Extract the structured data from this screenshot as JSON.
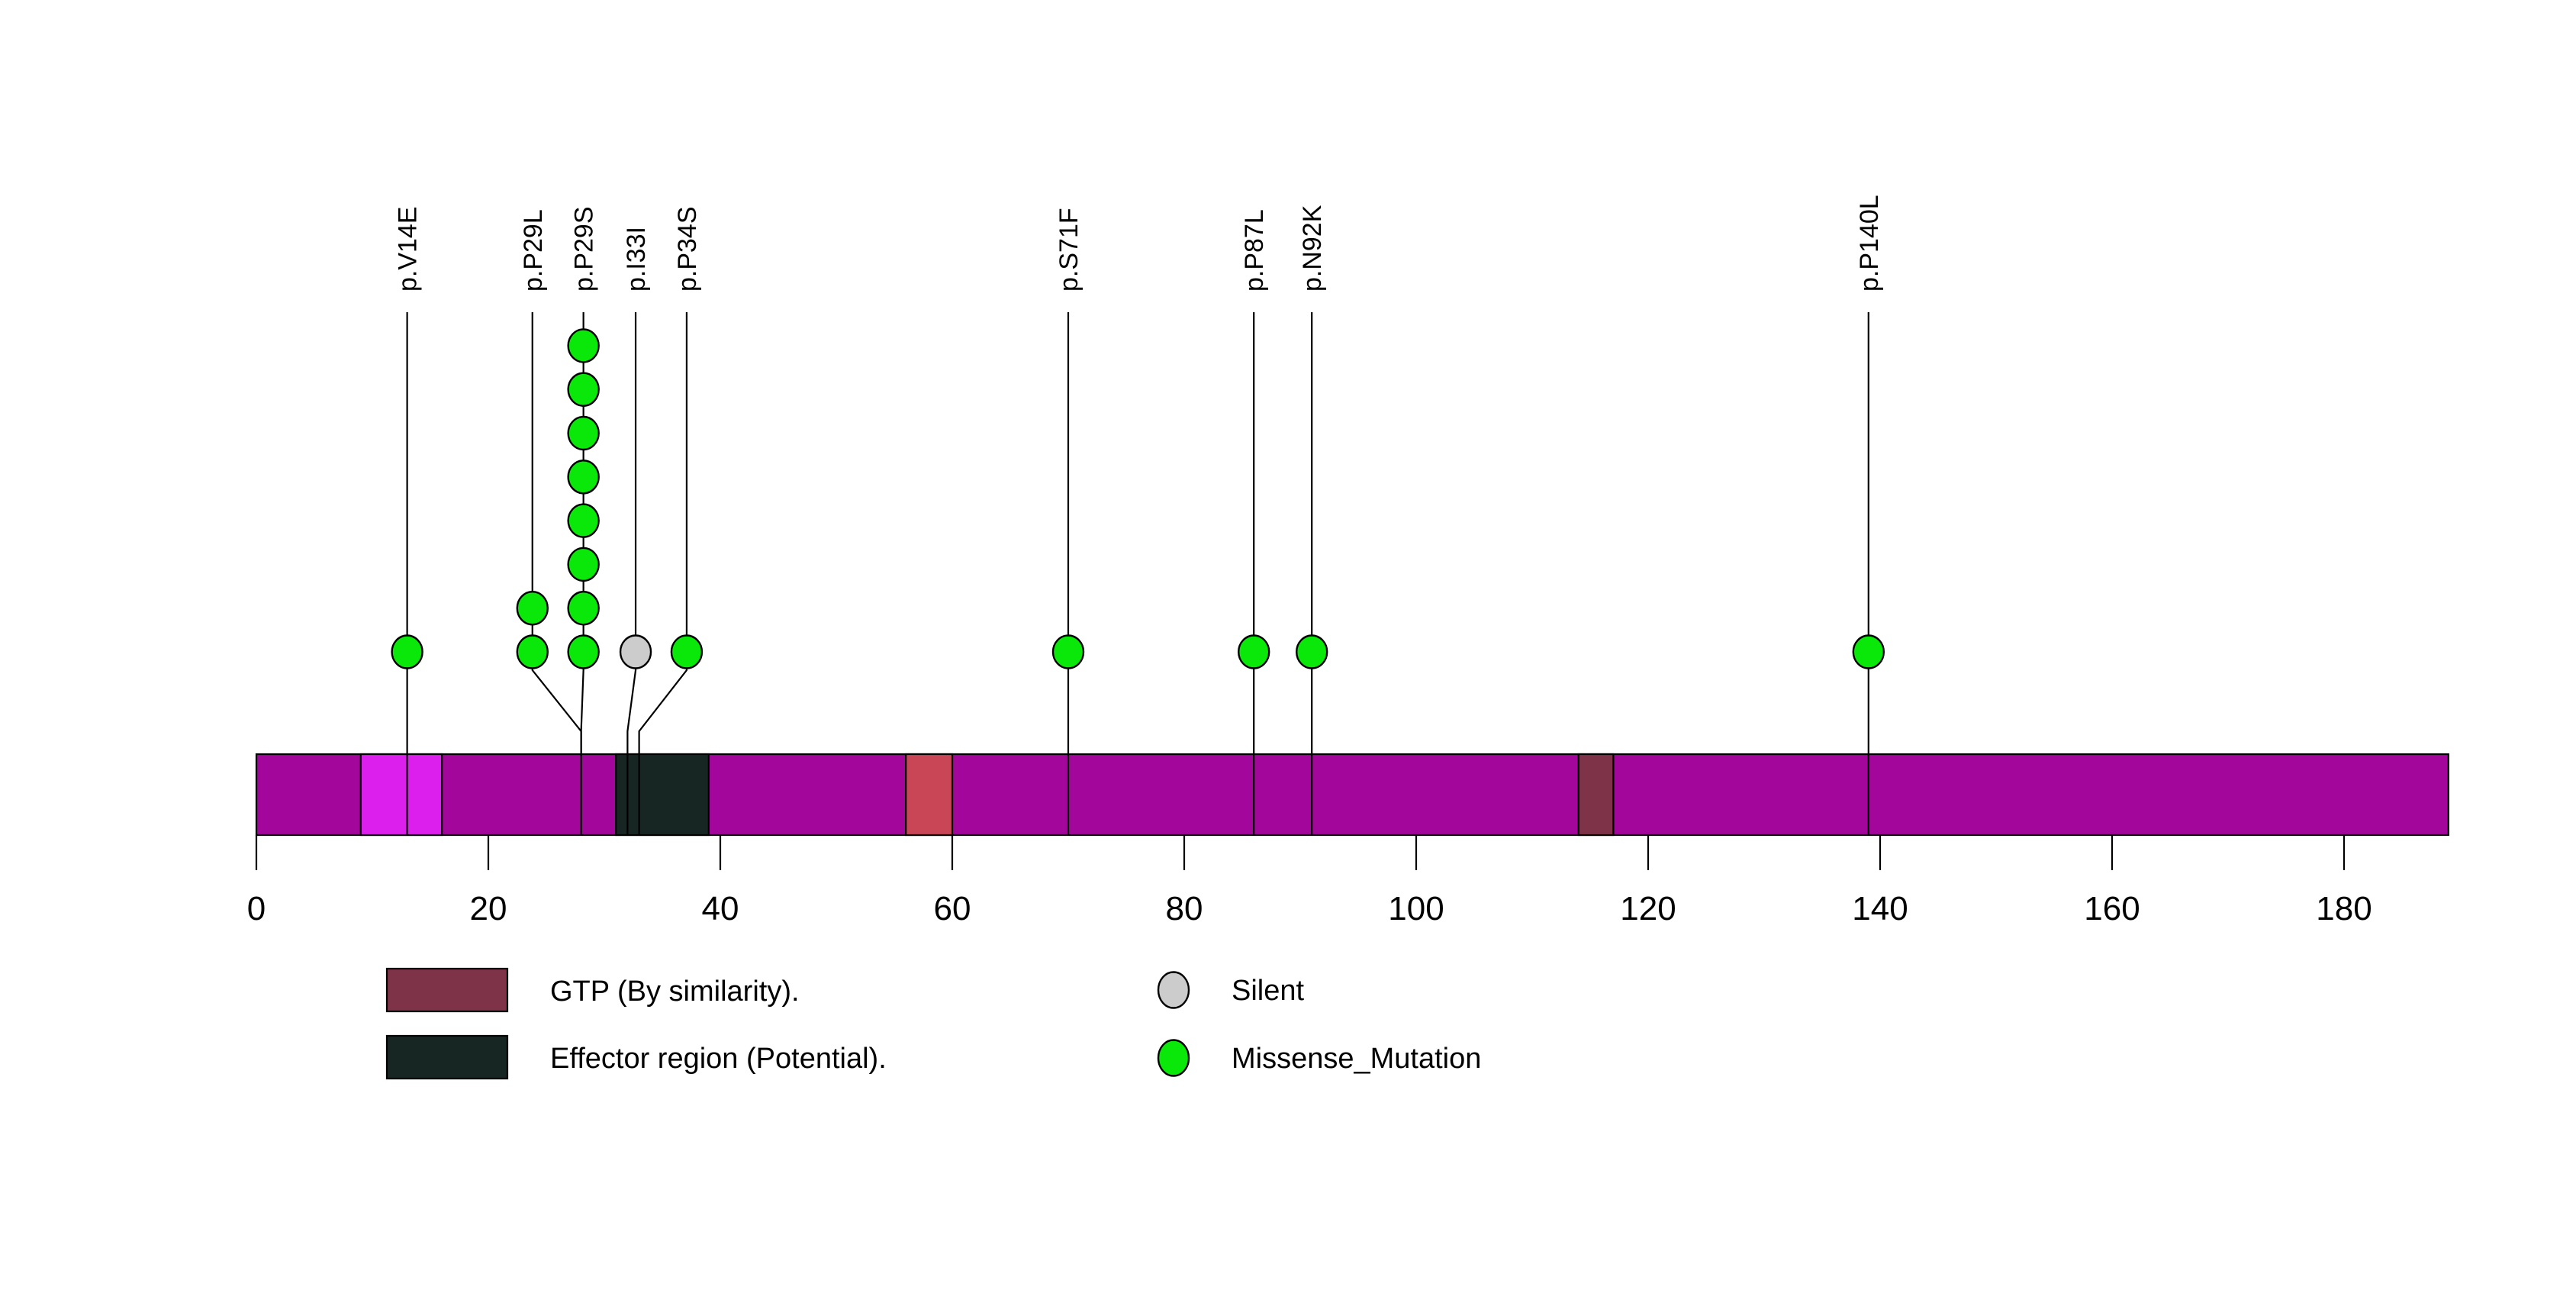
{
  "figure": {
    "background": "#FFFFFF"
  },
  "chart_data": {
    "type": "lollipop",
    "title": "",
    "protein_length": 189,
    "xlim": [
      0,
      189
    ],
    "x_ticks": [
      0,
      20,
      40,
      60,
      80,
      100,
      120,
      140,
      160,
      180
    ],
    "backbone_color": "#A2069A",
    "stroke_color": "#000000",
    "mutation_type_colors": {
      "Missense_Mutation": "#0AE80A",
      "Silent": "#CCCCCC"
    },
    "mutations": [
      {
        "label": "p.V14E",
        "position": 14,
        "display_x": 13,
        "count": 1,
        "type": "Missense_Mutation"
      },
      {
        "label": "p.P29L",
        "position": 29,
        "display_x": 23.8,
        "count": 2,
        "type": "Missense_Mutation"
      },
      {
        "label": "p.P29S",
        "position": 29,
        "display_x": 28.2,
        "count": 8,
        "type": "Missense_Mutation"
      },
      {
        "label": "p.I33I",
        "position": 33,
        "display_x": 32.7,
        "count": 1,
        "type": "Silent"
      },
      {
        "label": "p.P34S",
        "position": 34,
        "display_x": 37.1,
        "count": 1,
        "type": "Missense_Mutation"
      },
      {
        "label": "p.S71F",
        "position": 71,
        "display_x": 70,
        "count": 1,
        "type": "Missense_Mutation"
      },
      {
        "label": "p.P87L",
        "position": 87,
        "display_x": 86,
        "count": 1,
        "type": "Missense_Mutation"
      },
      {
        "label": "p.N92K",
        "position": 92,
        "display_x": 91,
        "count": 1,
        "type": "Missense_Mutation"
      },
      {
        "label": "p.P140L",
        "position": 140,
        "display_x": 139,
        "count": 1,
        "type": "Missense_Mutation"
      }
    ],
    "domains": [
      {
        "label": "GTP (By similarity).",
        "start": 10,
        "end": 17,
        "color": "#DC1FEC"
      },
      {
        "label": "Effector region (Potential).",
        "start": 32,
        "end": 40,
        "color": "#182623"
      },
      {
        "label": "GTP (By similarity).",
        "start": 57,
        "end": 61,
        "color": "#C84656"
      },
      {
        "label": "GTP (By similarity).",
        "start": 115,
        "end": 118,
        "color": "#7E3348"
      }
    ],
    "legend": {
      "domains": [
        {
          "label": "GTP (By similarity).",
          "color": "#7E3348"
        },
        {
          "label": "Effector region (Potential).",
          "color": "#182623"
        }
      ],
      "mutation_types": [
        {
          "label": "Silent",
          "color": "#CCCCCC"
        },
        {
          "label": "Missense_Mutation",
          "color": "#0AE80A"
        }
      ]
    }
  }
}
